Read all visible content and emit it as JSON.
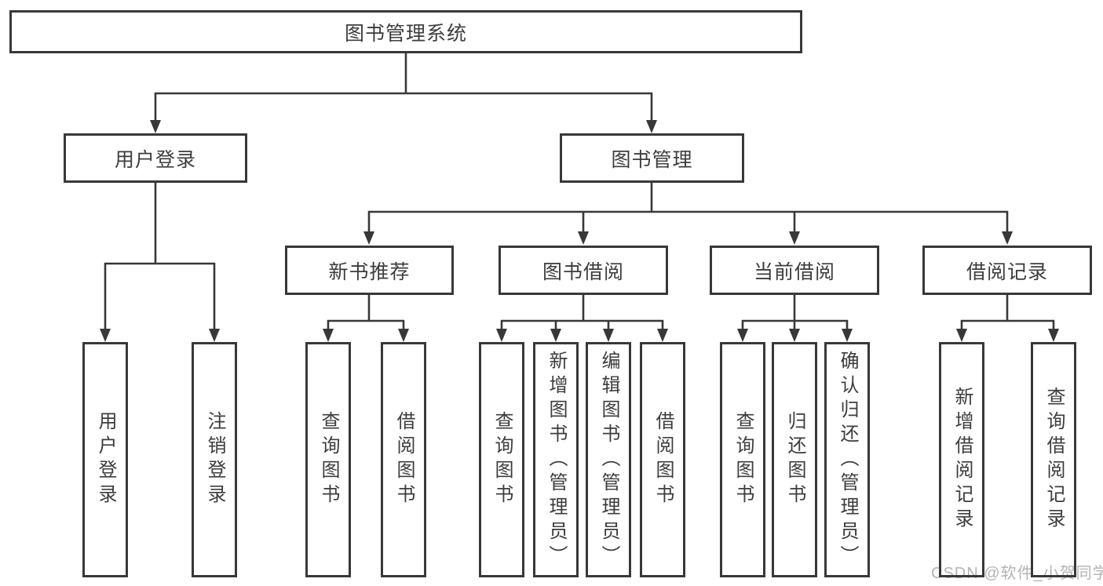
{
  "tree": {
    "root": {
      "label": "图书管理系统"
    },
    "branches": [
      {
        "label": "用户登录",
        "children": [
          {
            "label": "用户登录"
          },
          {
            "label": "注销登录"
          }
        ]
      },
      {
        "label": "图书管理",
        "children": [
          {
            "label": "新书推荐",
            "children": [
              {
                "label": "查询图书"
              },
              {
                "label": "借阅图书"
              }
            ]
          },
          {
            "label": "图书借阅",
            "children": [
              {
                "label": "查询图书"
              },
              {
                "label": "新增图书（管理员）"
              },
              {
                "label": "编辑图书（管理员）"
              },
              {
                "label": "借阅图书"
              }
            ]
          },
          {
            "label": "当前借阅",
            "children": [
              {
                "label": "查询图书"
              },
              {
                "label": "归还图书"
              },
              {
                "label": "确认归还（管理员）"
              }
            ]
          },
          {
            "label": "借阅记录",
            "children": [
              {
                "label": "新增借阅记录"
              },
              {
                "label": "查询借阅记录"
              }
            ]
          }
        ]
      }
    ]
  },
  "watermark": {
    "text": "CSDN @软件_小贺同学"
  },
  "colors": {
    "line": "#383838",
    "text": "#3d3d3d",
    "watermark": "#b4b4b8",
    "background": "#ffffff"
  }
}
